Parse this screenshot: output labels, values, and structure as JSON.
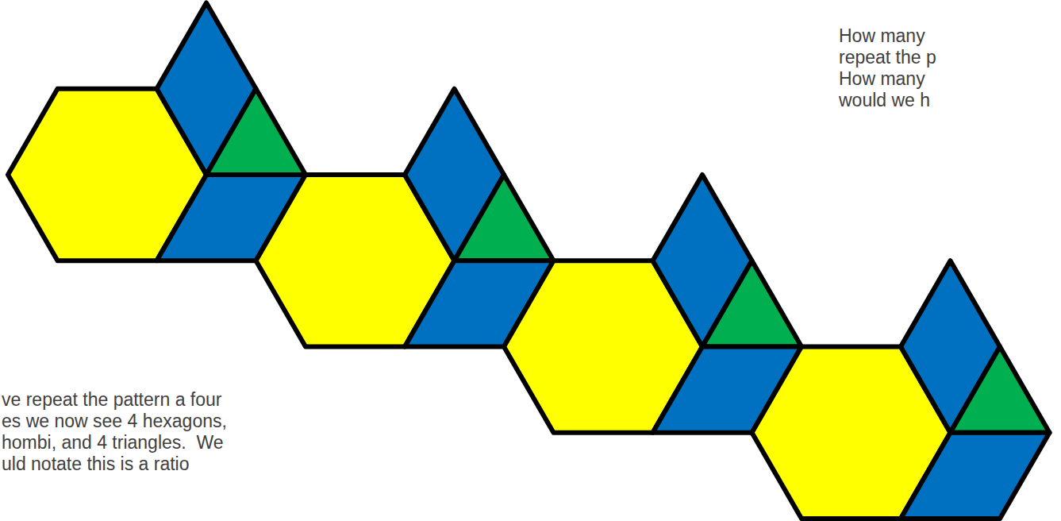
{
  "diagram": {
    "labels": [
      "How many",
      "repeat the p",
      "How many",
      "would we h",
      "ve repeat the pattern a four",
      "es we now see 4 hexagons,",
      "hombi, and 4 triangles.  We",
      "uld notate this is a ratio"
    ]
  }
}
